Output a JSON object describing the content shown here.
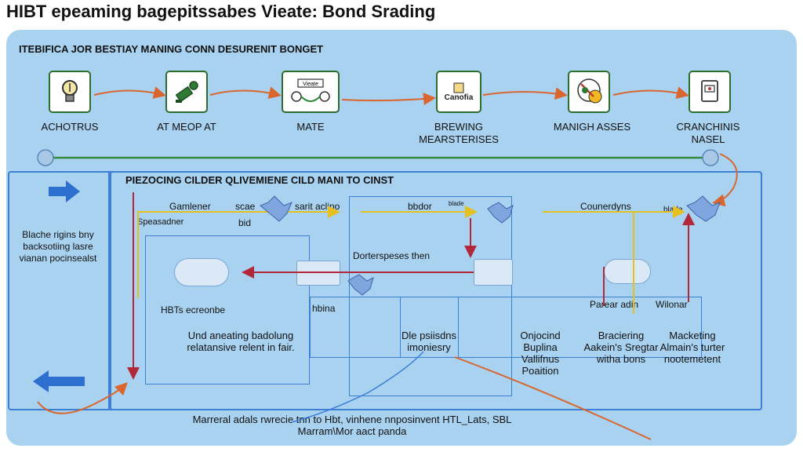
{
  "title": "HIBT epeaming bagepitssabes Vieate: Bond Srading",
  "top_heading": "ITEBIFICA JOR BESTIAY MANING CONN DESURENIT BONGET",
  "stages": [
    {
      "label": "ACHOTRUS",
      "icon": "lightbulb-icon"
    },
    {
      "label": "AT MEOP AT",
      "icon": "tools-icon"
    },
    {
      "label": "MATE",
      "icon": "chart-icon",
      "inner": "Vieate"
    },
    {
      "label": "BREWING\nMEARSTERISES",
      "icon": "document-icon",
      "inner": "Canofia"
    },
    {
      "label": "MANIGH ASSES",
      "icon": "coins-icon"
    },
    {
      "label": "CRANCHINIS\nNASEL",
      "icon": "device-icon"
    }
  ],
  "mid_heading": "PIEZOCING CILDER QLIVEMIENE CILD MANI TO CINST",
  "left_text": [
    "Blache rigins bny",
    "backsotiing lasre",
    "vianan pocinsealst"
  ],
  "node_labels": {
    "gamlener": "Gamlener",
    "scae": "scae",
    "speasadner": "Speasadner",
    "bid": "bid",
    "sarit": "sarit aclino",
    "bbdor": "bbdor",
    "blade": "blade",
    "counerdyns": "Counerdyns",
    "blade2": "blade",
    "dorterspeses": "Dorterspeses then",
    "hibts": "HBTs ecreonbe",
    "hbina": "hbina",
    "parear": "Parear adin",
    "wilonar": "Wilonar"
  },
  "bottom_captions": [
    {
      "lines": [
        "Und aneating badolung",
        "relatansive relent in fair."
      ]
    },
    {
      "lines": [
        "Dle psiisdns",
        "imoniesry"
      ]
    },
    {
      "lines": [
        "Onjocind",
        "Buplina",
        "Vallifnus",
        "Poaition"
      ]
    },
    {
      "lines": [
        "Braciering",
        "Aakein's Sregtar",
        "witha bons"
      ]
    },
    {
      "lines": [
        "Macketing",
        "Almain's turter",
        "nootemetent"
      ]
    }
  ],
  "footer": [
    "Marreral adals rwrecie tnn to Hbt, vinhene nnposinvent HTL_Lats, SBL",
    "Marram\\Mor aact panda"
  ],
  "colors": {
    "panel": "#a9d2f0",
    "stage_border": "#2c6e2e",
    "arrow_orange": "#d9662e",
    "arrow_green": "#2f8a3a",
    "line_blue": "#3d7fd4",
    "arrow_red": "#b1283a",
    "arrow_yellow": "#e6c020"
  }
}
